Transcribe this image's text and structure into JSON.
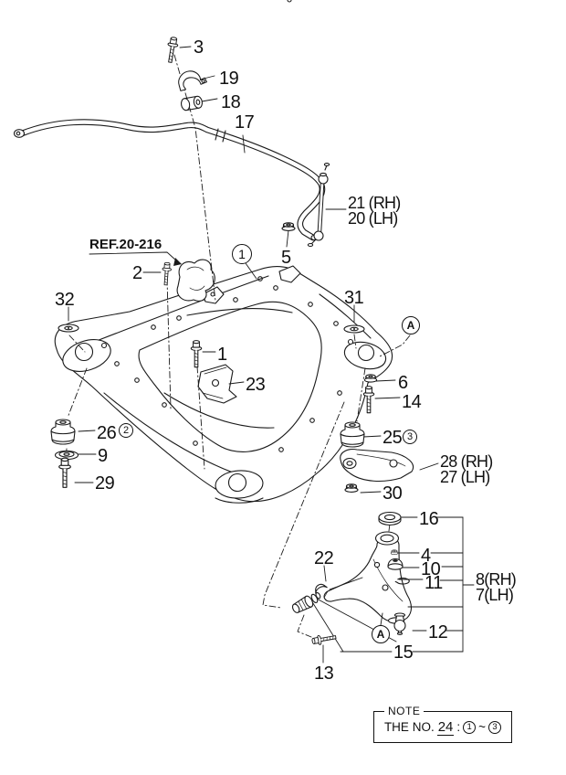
{
  "diagram": {
    "ref_callout": "REF.20-216",
    "labels": {
      "part3": "3",
      "part19": "19",
      "part18": "18",
      "part17": "17",
      "part21_rh": "21 (RH)",
      "part20_lh": "20 (LH)",
      "part5": "5",
      "part2": "2",
      "part32": "32",
      "part31": "31",
      "part1": "1",
      "part23": "23",
      "part6": "6",
      "part14": "14",
      "part26": "26",
      "part25": "25",
      "part9": "9",
      "part28_rh": "28 (RH)",
      "part27_lh": "27 (LH)",
      "part29": "29",
      "part30": "30",
      "part16": "16",
      "part22": "22",
      "part4": "4",
      "part10": "10",
      "part11": "11",
      "part8_rh": "8(RH)",
      "part7_lh": "7(LH)",
      "part12": "12",
      "part15": "15",
      "part13": "13"
    },
    "balloons": {
      "item1": "1",
      "detail_a_upper": "A",
      "detail_a_lower": "A",
      "qty2": "2",
      "qty3": "3"
    },
    "note": {
      "title": "NOTE",
      "prefix": "THE NO.",
      "number": "24",
      "colon": ":",
      "range_from": "1",
      "tilde": "~",
      "range_to": "3"
    },
    "colors": {
      "line": "#1a1a1a",
      "background": "#ffffff"
    }
  }
}
